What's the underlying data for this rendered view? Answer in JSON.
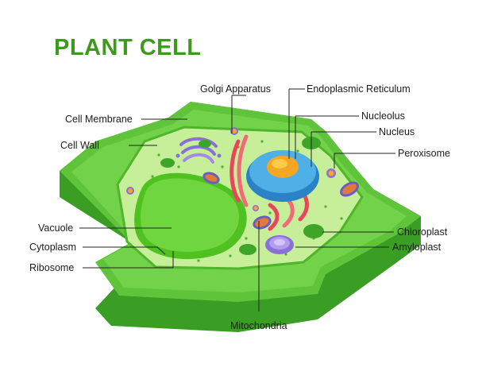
{
  "title": "PLANT CELL",
  "labels": {
    "golgi": "Golgi Apparatus",
    "er": "Endoplasmic Reticulum",
    "membrane": "Cell Membrane",
    "nucleolus": "Nucleolus",
    "wall": "Cell Wall",
    "nucleus": "Nucleus",
    "peroxisome": "Peroxisome",
    "vacuole": "Vacuole",
    "chloroplast": "Chloroplast",
    "cytoplasm": "Cytoplasm",
    "amyloplast": "Amyloplast",
    "ribosome": "Ribosome",
    "mitochondria": "Mitochondria"
  },
  "colors": {
    "title": "#3d9a1f",
    "wall_top": "#5fc43a",
    "wall_side": "#3a9d24",
    "cytoplasm": "#c7ef9a",
    "vacuole": "#5ccc2c",
    "nucleus": "#3aa7e0",
    "nucleolus": "#f5a623",
    "er": "#e8465a",
    "golgi": "#8a6fd8",
    "mitochondria": "#e07a3a"
  }
}
